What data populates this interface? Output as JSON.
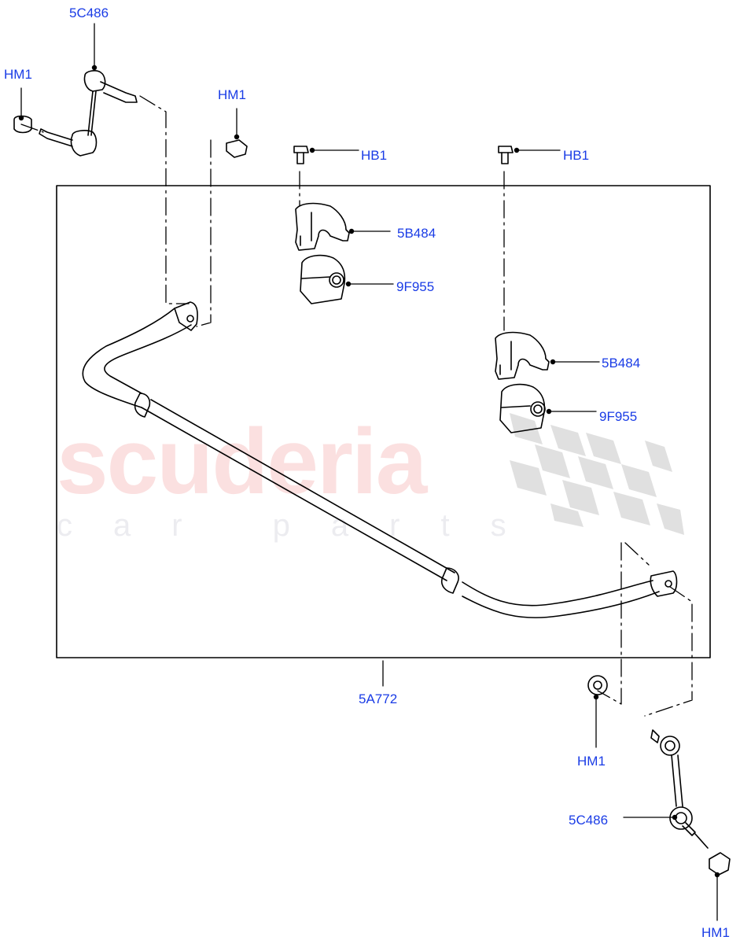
{
  "diagram": {
    "type": "exploded parts diagram",
    "subject": "rear stabilizer bar assembly",
    "label_color": "#1a3ce6",
    "line_color": "#000000",
    "watermark": {
      "main_text": "scuderia",
      "sub_text": "car parts",
      "main_color": "#fbe0e0",
      "sub_color": "#ececf0",
      "flag_color": "#e0e0e0"
    },
    "callouts": [
      {
        "id": "c1",
        "text": "5C486",
        "part": "stabilizer link (upper left)"
      },
      {
        "id": "c2",
        "text": "HM1",
        "part": "nut on left link"
      },
      {
        "id": "c3",
        "text": "HM1",
        "part": "nut at left bar end"
      },
      {
        "id": "c4",
        "text": "HB1",
        "part": "bolt left clamp"
      },
      {
        "id": "c5",
        "text": "5B484",
        "part": "clamp left"
      },
      {
        "id": "c6",
        "text": "9F955",
        "part": "bushing left"
      },
      {
        "id": "c7",
        "text": "HB1",
        "part": "bolt right clamp"
      },
      {
        "id": "c8",
        "text": "5B484",
        "part": "clamp right"
      },
      {
        "id": "c9",
        "text": "9F955",
        "part": "bushing right"
      },
      {
        "id": "c10",
        "text": "5A772",
        "part": "stabilizer bar"
      },
      {
        "id": "c11",
        "text": "HM1",
        "part": "nut at right bar end"
      },
      {
        "id": "c12",
        "text": "5C486",
        "part": "stabilizer link (lower right)"
      },
      {
        "id": "c13",
        "text": "HM1",
        "part": "nut on right link"
      }
    ]
  }
}
